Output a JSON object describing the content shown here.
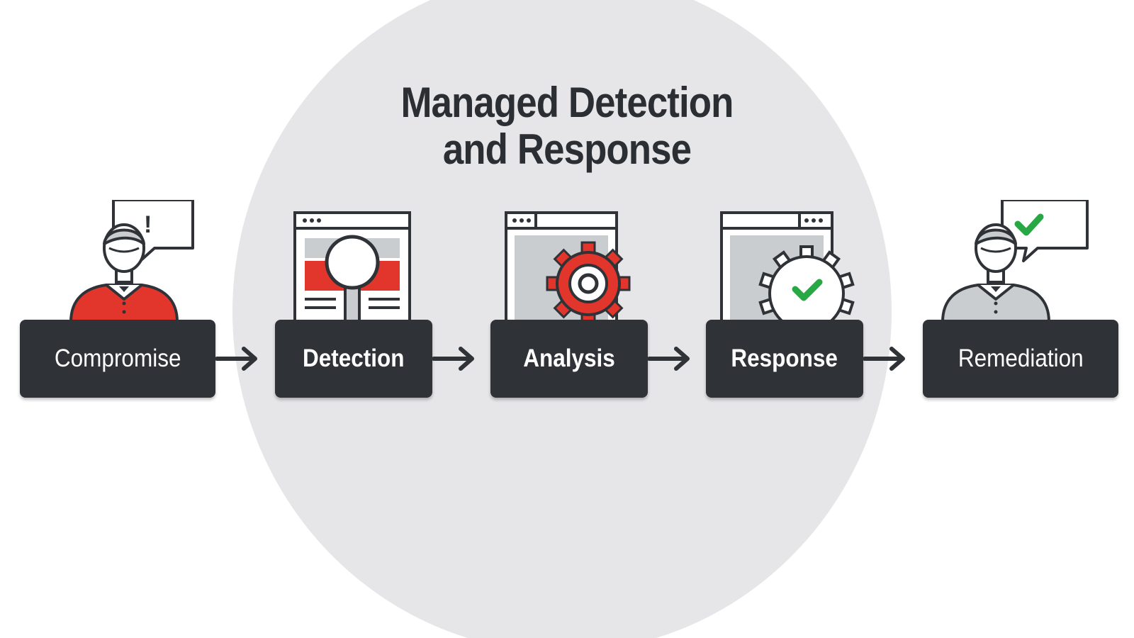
{
  "title": {
    "line1": "Managed Detection",
    "line2": "and Response"
  },
  "steps": [
    {
      "label": "Compromise",
      "icon": "person-alert-icon"
    },
    {
      "label": "Detection",
      "icon": "window-magnifier-icon"
    },
    {
      "label": "Analysis",
      "icon": "window-gear-icon"
    },
    {
      "label": "Response",
      "icon": "window-gear-check-icon"
    },
    {
      "label": "Remediation",
      "icon": "person-check-icon"
    }
  ],
  "speech_bubbles": {
    "compromise_mark": "!"
  },
  "colors": {
    "dark": "#2f3337",
    "accent_red": "#e2362d",
    "check_green": "#27a845",
    "background_circle": "#e6e6e8",
    "panel_gray": "#c9cdd0"
  }
}
